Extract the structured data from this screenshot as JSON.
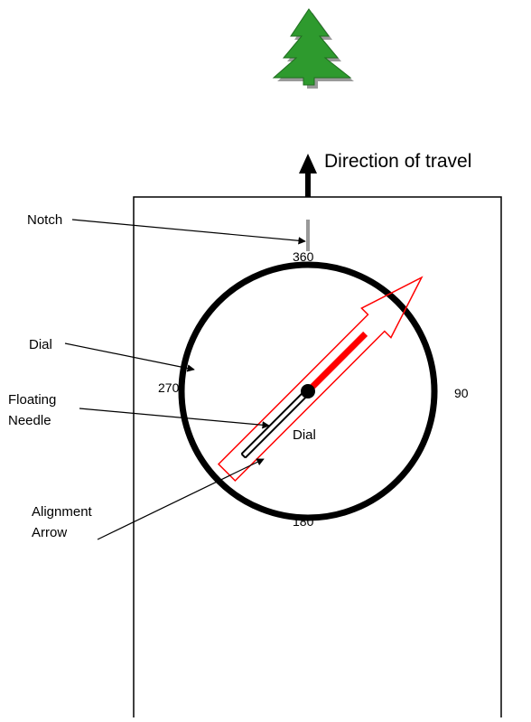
{
  "direction_label": "Direction of travel",
  "callouts": {
    "notch": "Notch",
    "dial": "Dial",
    "floating_needle_line1": "Floating",
    "floating_needle_line2": "Needle",
    "alignment_arrow_line1": "Alignment",
    "alignment_arrow_line2": "Arrow"
  },
  "dial_inner_label": "Dial",
  "degrees": {
    "north": "360",
    "east": "90",
    "south": "180",
    "west": "270"
  },
  "colors": {
    "tree": "#2e9a2e",
    "tree_shadow": "#9a9a9a",
    "needle_north": "#ff0000",
    "alignment_arrow": "#ff0000",
    "notch": "#999999",
    "ink": "#000000"
  }
}
